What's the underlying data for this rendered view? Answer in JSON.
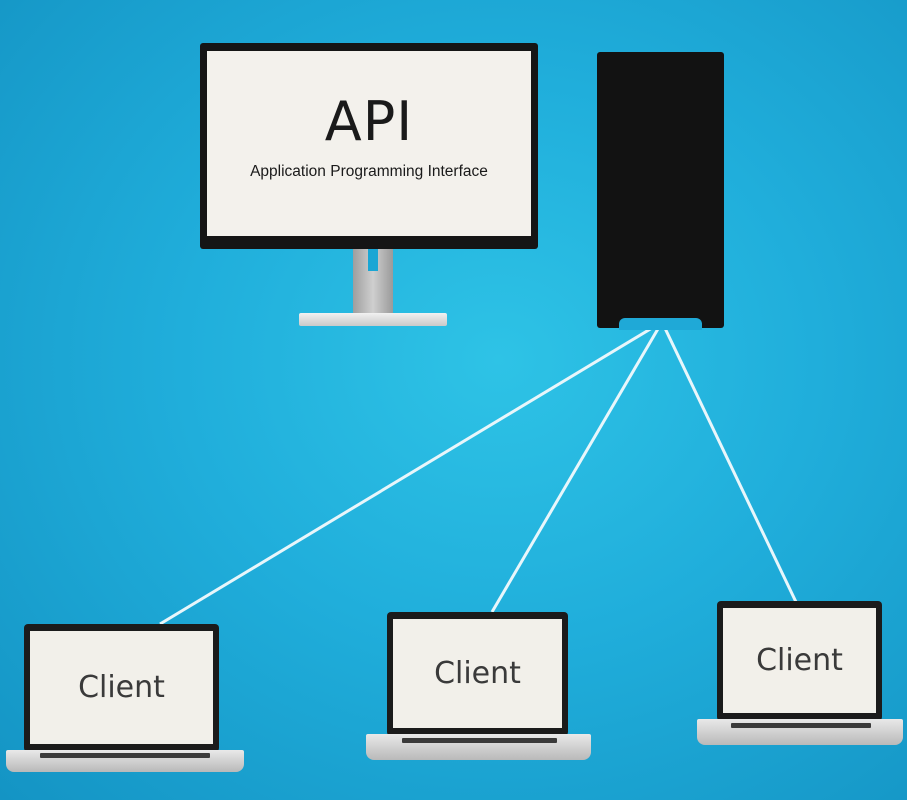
{
  "monitor": {
    "title": "API",
    "subtitle": "Application Programming Interface"
  },
  "clients": [
    {
      "label": "Client"
    },
    {
      "label": "Client"
    },
    {
      "label": "Client"
    }
  ],
  "colors": {
    "background": "#20aedb",
    "screen": "#f3f1ec",
    "device_body": "#151515",
    "connection_line": "#e8f6fb"
  }
}
